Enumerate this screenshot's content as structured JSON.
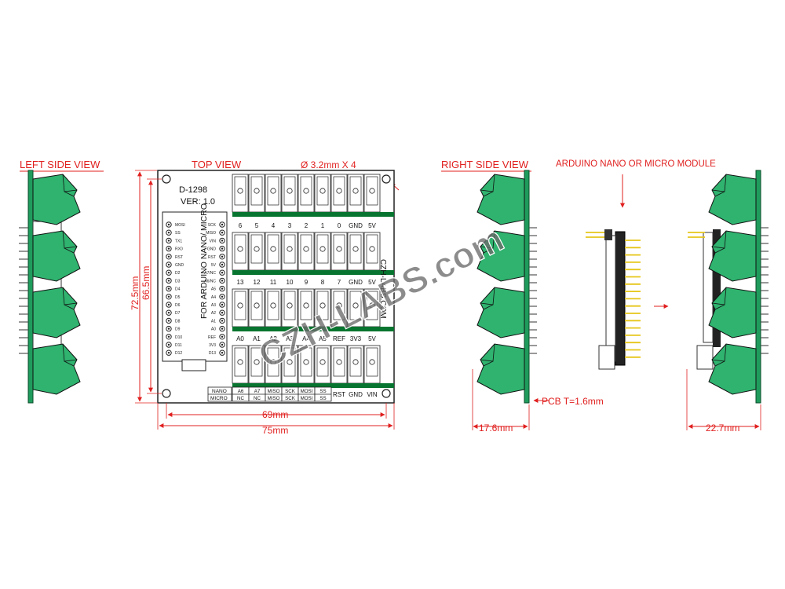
{
  "colors": {
    "board_green": "#2aa86a",
    "terminal_green": "#2fb36f",
    "dark_green": "#07752f",
    "dimension_red": "#e0201f",
    "pin_gold": "#e6c619",
    "watermark_gray": "#6b6b6b"
  },
  "views": {
    "left_side": "LEFT SIDE VIEW",
    "top": "TOP VIEW",
    "right_side": "RIGHT SIDE VIEW",
    "module_caption": "ARDUINO NANO OR MICRO MODULE"
  },
  "board": {
    "model": "D-1298",
    "version": "VER: 1.0",
    "hole_note": "Ø 3.2mm X 4",
    "module_label": "FOR ARDUINO NANO/ MICRO",
    "side_brand": "CZH-LABS.COM",
    "watermark": "CZH-LABS.com"
  },
  "dimensions": {
    "height_outer": "72.5mm",
    "height_inner": "66.5mm",
    "width_inner": "69mm",
    "width_outer": "75mm",
    "right_depth": "17.6mm",
    "module_depth": "22.7mm",
    "pcb_thickness": "PCB T=1.6mm"
  },
  "terminal_rows": [
    [
      "6",
      "5",
      "4",
      "3",
      "2",
      "1",
      "0",
      "GND",
      "5V"
    ],
    [
      "13",
      "12",
      "11",
      "10",
      "9",
      "8",
      "7",
      "GND",
      "5V"
    ],
    [
      "A0",
      "A1",
      "A2",
      "A3",
      "A4",
      "A5",
      "REF",
      "3V3",
      "5V"
    ]
  ],
  "bottom_row": {
    "nano_label": "NANO",
    "micro_label": "MICRO",
    "nano": [
      "A6",
      "A7",
      "MISO",
      "SCK",
      "MOSI",
      "SS"
    ],
    "micro": [
      "NC",
      "NC",
      "MISO",
      "SCK",
      "MOSI",
      "SS"
    ],
    "extra": [
      "RST",
      "GND",
      "VIN"
    ]
  },
  "header_pins": {
    "left": [
      "MOSI",
      "SS",
      "TX1",
      "RX0",
      "RST",
      "GND",
      "D2",
      "D3",
      "D4",
      "D5",
      "D6",
      "D7",
      "D8",
      "D9",
      "D10",
      "D11",
      "D12"
    ],
    "right": [
      "SCK",
      "MISO",
      "VIN",
      "GND",
      "RST",
      "5V",
      "A7/NC",
      "A6/NC",
      "A5",
      "A4",
      "A3",
      "A2",
      "A1",
      "A0",
      "REF",
      "3V3",
      "D13"
    ]
  }
}
